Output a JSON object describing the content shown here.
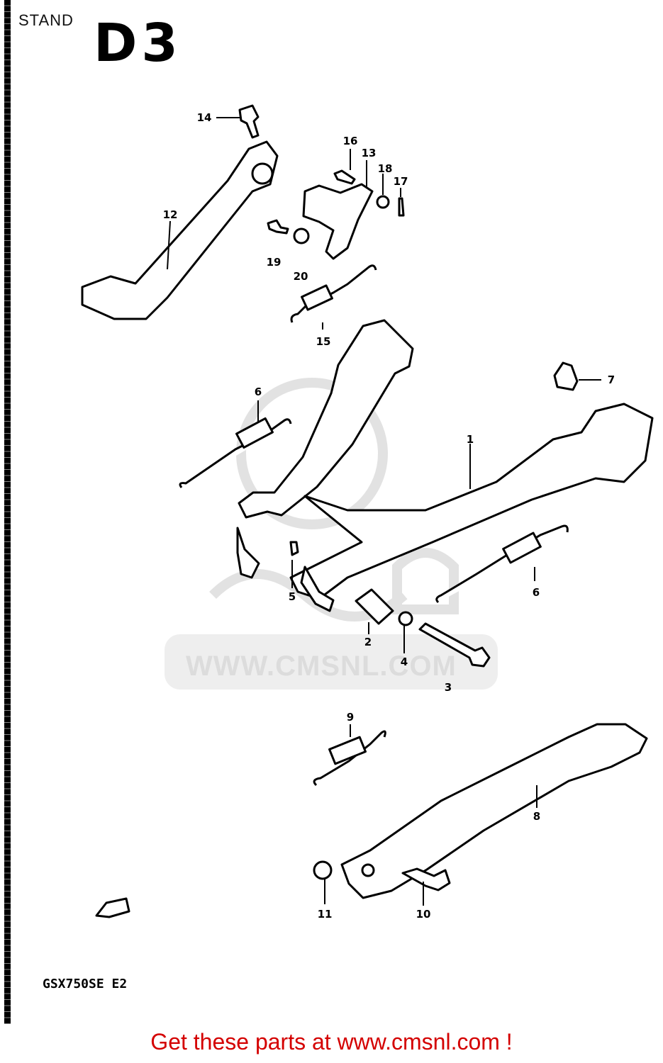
{
  "header": {
    "title": "STAND",
    "code": "D3"
  },
  "model": "GSX750SE E2",
  "watermark": "WWW.CMSNL.COM",
  "footer": {
    "text": "Get these parts at www.cmsnl.com !",
    "color": "#d40000"
  },
  "callouts": [
    "1",
    "2",
    "3",
    "4",
    "5",
    "6",
    "6",
    "7",
    "8",
    "9",
    "10",
    "11",
    "12",
    "13",
    "14",
    "15",
    "16",
    "17",
    "18",
    "19",
    "20"
  ]
}
